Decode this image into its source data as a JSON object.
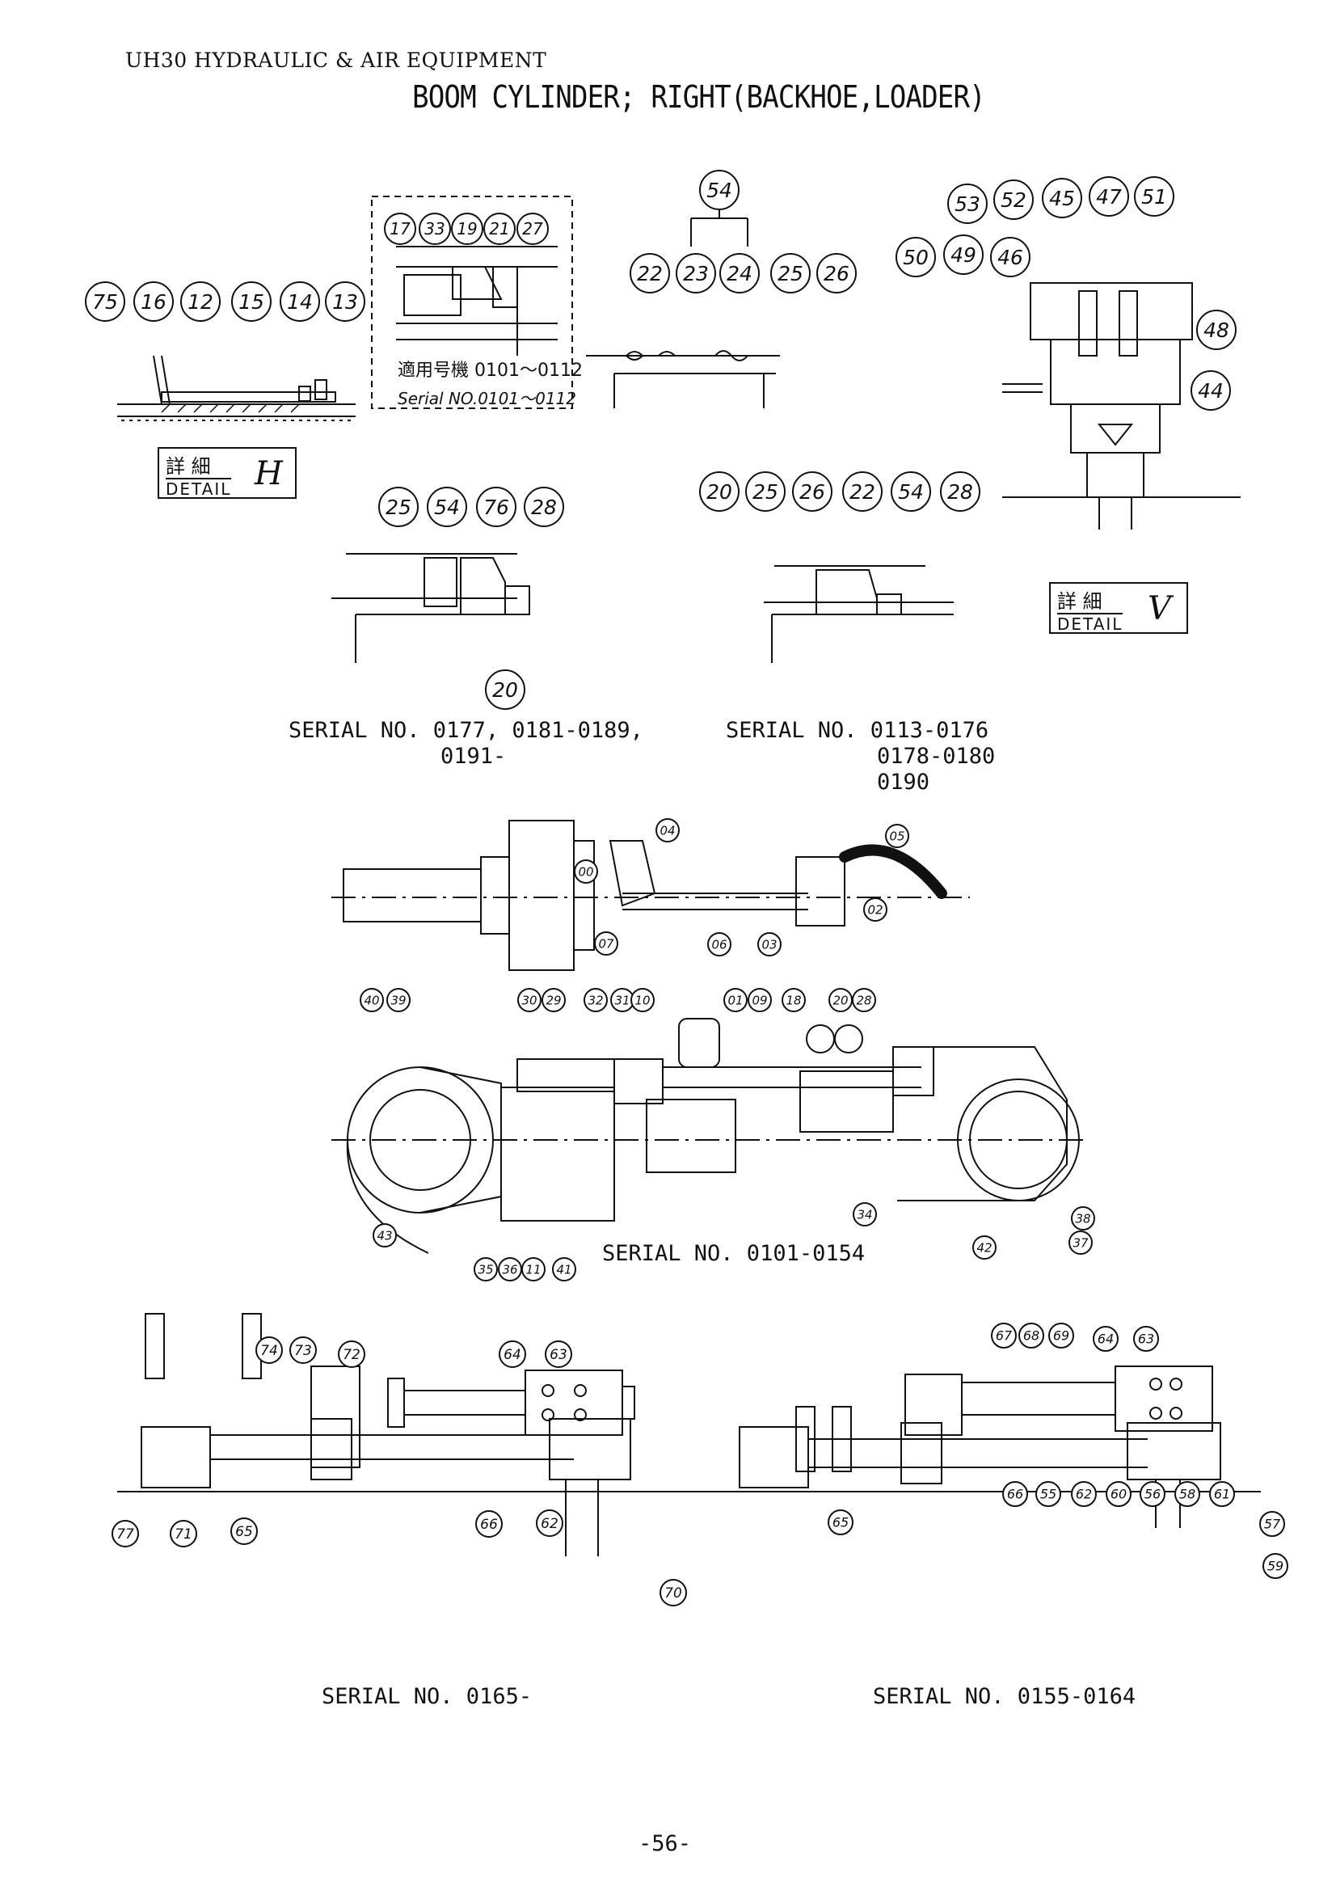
{
  "header": "UH30 HYDRAULIC & AIR EQUIPMENT",
  "title": "BOOM CYLINDER; RIGHT(BACKHOE,LOADER)",
  "detail_h": {
    "jp": "詳 細",
    "en": "DETAIL",
    "letter": "H"
  },
  "detail_v": {
    "jp": "詳 細",
    "en": "DETAIL",
    "letter": "V"
  },
  "inset": {
    "jp": "適用号機 0101～0112",
    "en": "Serial NO.0101～0112"
  },
  "serials": {
    "s1_line1": "SERIAL NO. 0177, 0181-0189,",
    "s1_line2": "0191-",
    "s2_line1": "SERIAL NO. 0113-0176",
    "s2_line2": "0178-0180",
    "s2_line3": "0190",
    "s3": "SERIAL NO. 0101-0154",
    "s4": "SERIAL NO. 0165-",
    "s5": "SERIAL NO. 0155-0164"
  },
  "page_number": "-56-",
  "callouts": {
    "detail_h": [
      "75",
      "16",
      "12",
      "15",
      "14",
      "13"
    ],
    "inset": [
      "17",
      "33",
      "19",
      "21",
      "27"
    ],
    "top_seal": [
      "54",
      "22",
      "23",
      "24",
      "25",
      "26"
    ],
    "detail_v": [
      "53",
      "52",
      "45",
      "47",
      "51",
      "50",
      "49",
      "46",
      "48",
      "44"
    ],
    "mid_left": [
      "25",
      "54",
      "76",
      "28",
      "20"
    ],
    "mid_right": [
      "20",
      "25",
      "26",
      "22",
      "54",
      "28"
    ],
    "main_upper": [
      "04",
      "05",
      "00",
      "07",
      "06",
      "03",
      "02",
      "40",
      "39"
    ],
    "main_lower": [
      "30",
      "29",
      "32",
      "31",
      "10",
      "01",
      "09",
      "18",
      "20",
      "28",
      "34",
      "38",
      "37",
      "42",
      "43",
      "35",
      "36",
      "11",
      "41"
    ],
    "bottom_left": [
      "74",
      "73",
      "72",
      "64",
      "63",
      "77",
      "71",
      "65",
      "66",
      "62",
      "70"
    ],
    "bottom_right": [
      "67",
      "68",
      "69",
      "64",
      "63",
      "66",
      "55",
      "62",
      "60",
      "56",
      "58",
      "61",
      "57",
      "59",
      "65"
    ]
  }
}
